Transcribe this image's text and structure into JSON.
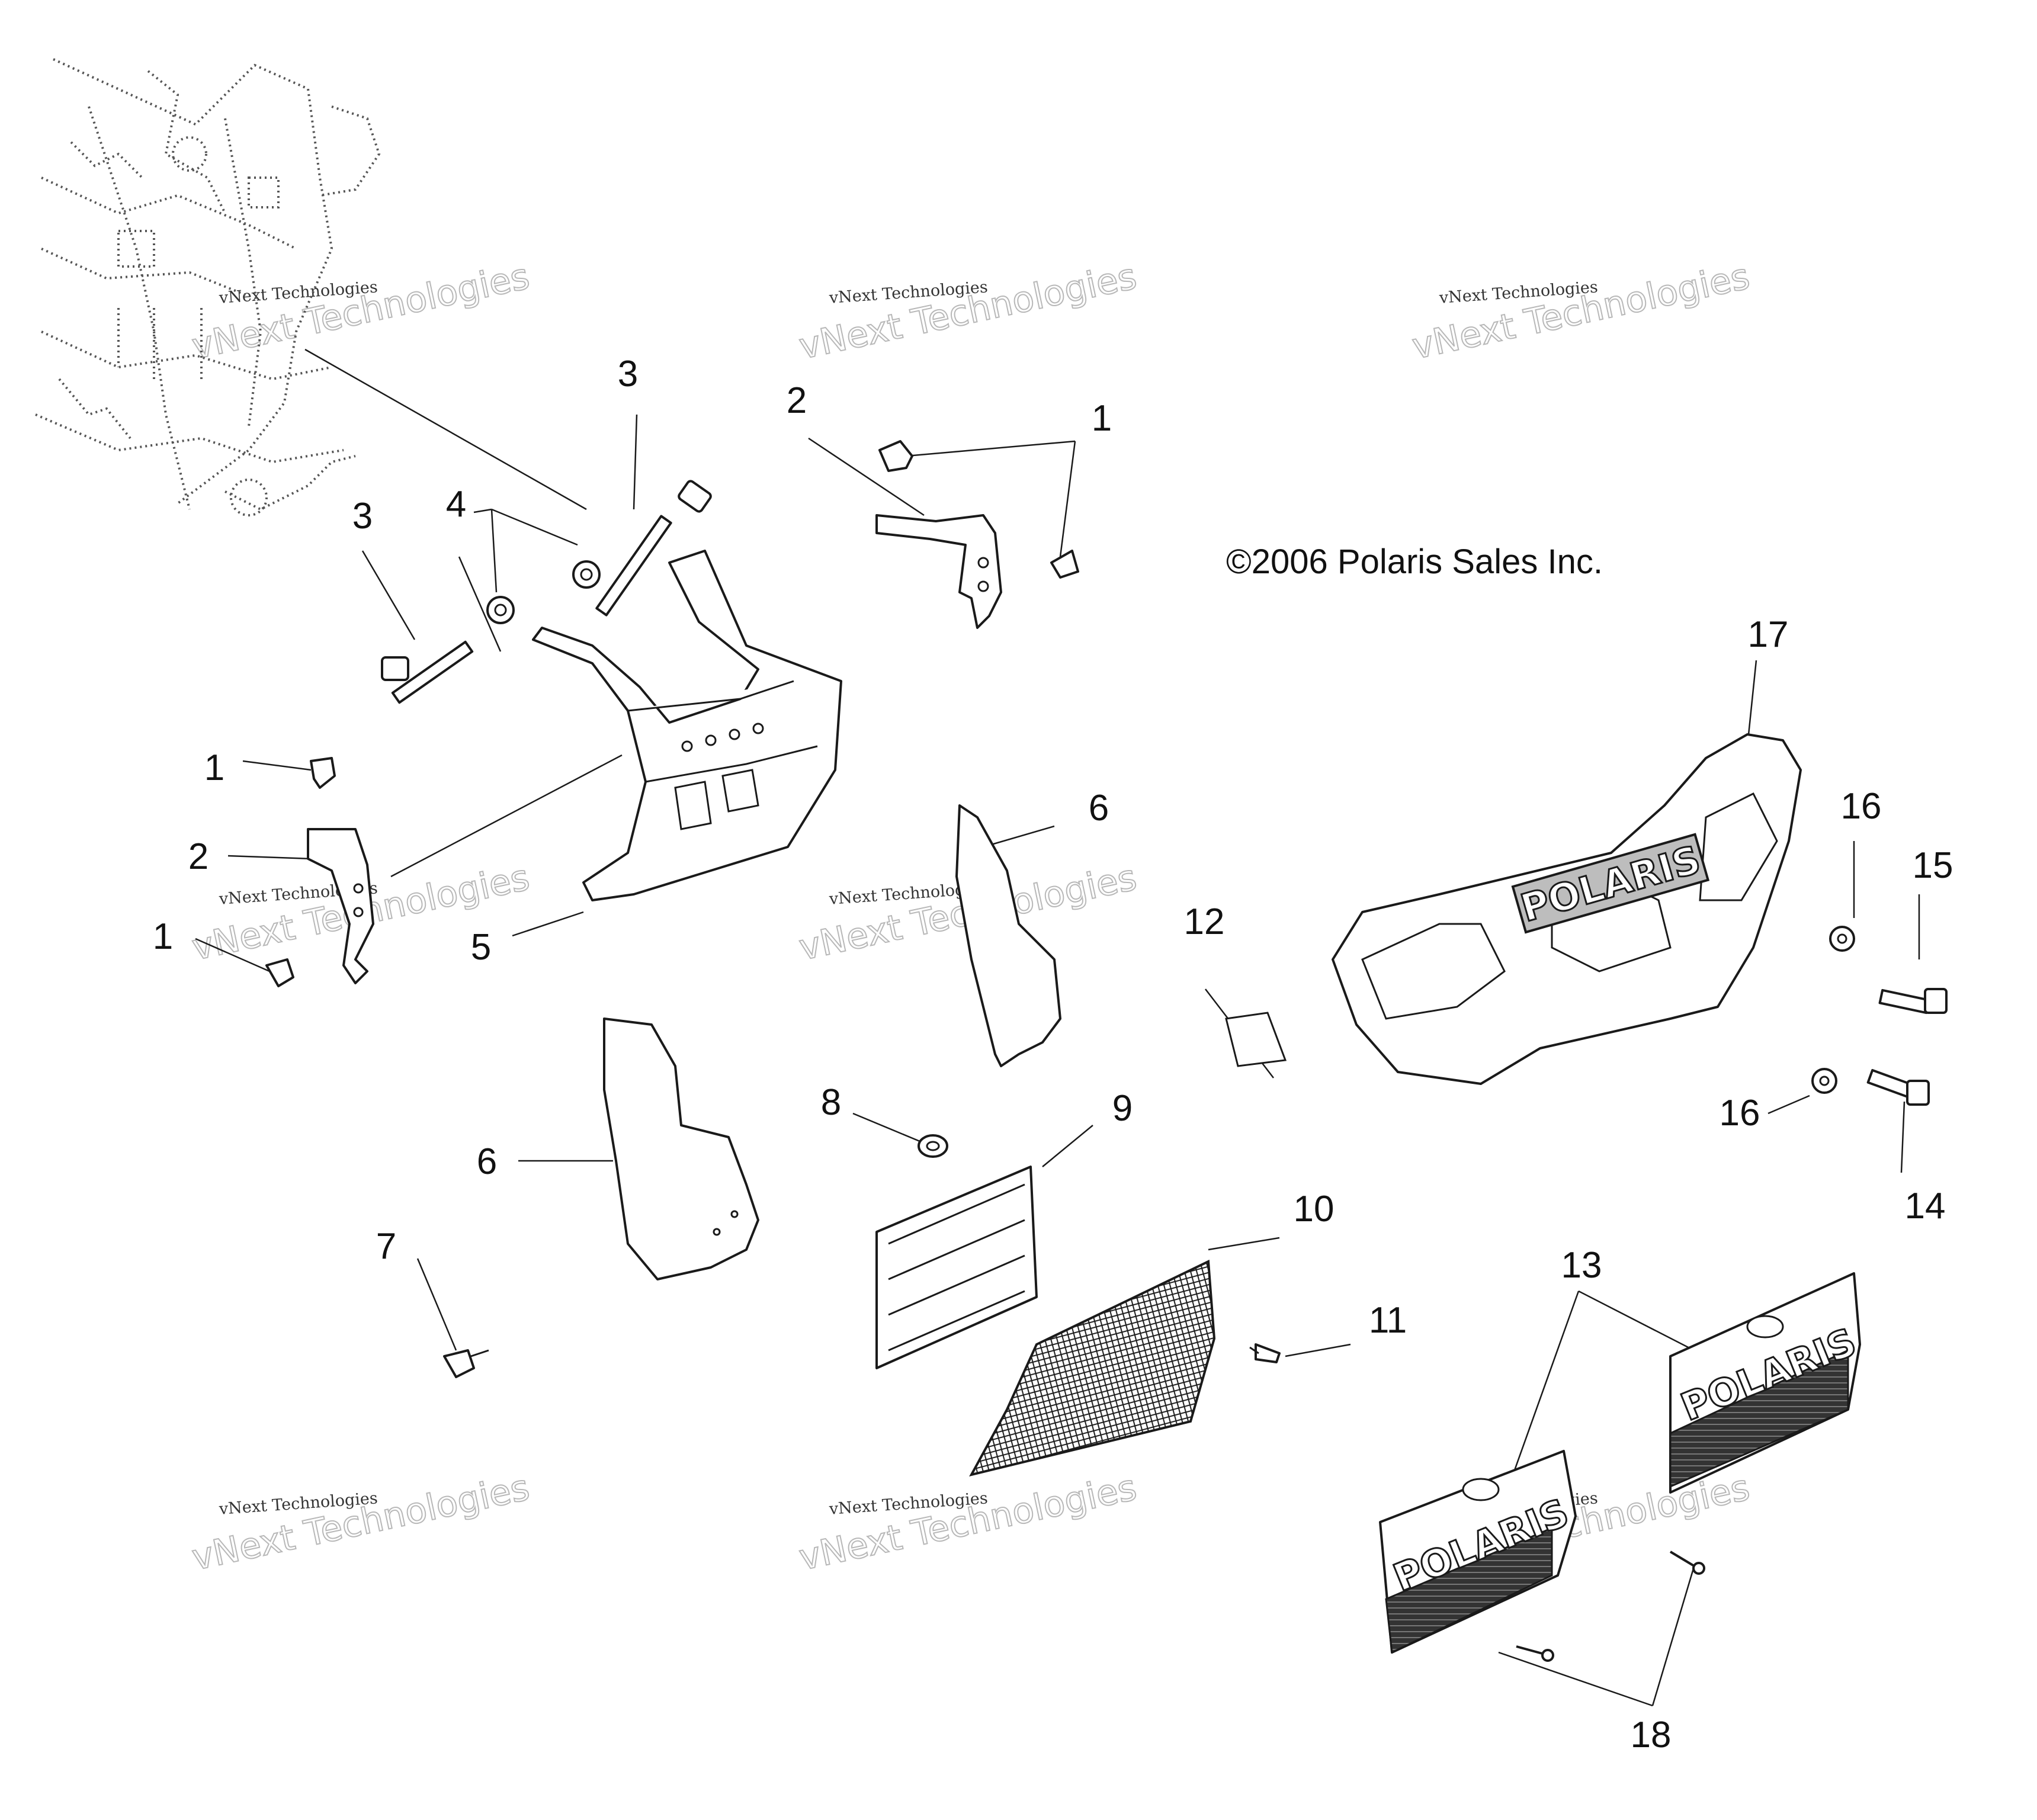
{
  "copyright": "©2006 Polaris Sales Inc.",
  "watermark": {
    "small": "vNext Technologies",
    "big": "vNext Technologies"
  },
  "callouts": {
    "c1a": "1",
    "c1b": "1",
    "c1c": "1",
    "c2a": "2",
    "c2b": "2",
    "c3a": "3",
    "c3b": "3",
    "c4": "4",
    "c5": "5",
    "c6a": "6",
    "c6b": "6",
    "c7": "7",
    "c8": "8",
    "c9": "9",
    "c10": "10",
    "c11": "11",
    "c12": "12",
    "c13": "13",
    "c14": "14",
    "c15": "15",
    "c16a": "16",
    "c16b": "16",
    "c17": "17",
    "c18": "18"
  },
  "logos": {
    "bumper": "POLARIS",
    "cover_upper": "POLARIS",
    "cover_lower": "POLARIS"
  }
}
